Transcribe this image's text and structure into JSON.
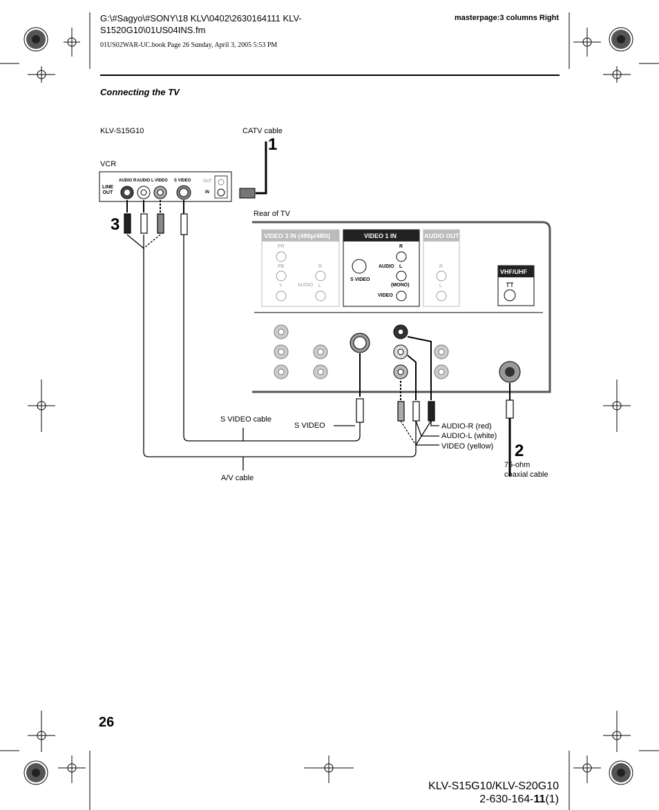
{
  "header": {
    "path_line1": "G:\\#Sagyo\\#SONY\\18 KLV\\0402\\2630164111 KLV-",
    "path_line2": "S1520G10\\01US04INS.fm",
    "book_line": "01US02WAR-UC.book Page 26 Sunday, April 3, 2005 5:53 PM",
    "masterpage": "masterpage:3 columns Right"
  },
  "section_title": "Connecting the TV",
  "diagram": {
    "model_label": "KLV-S15G10",
    "catv_label": "CATV cable",
    "vcr_label": "VCR",
    "rear_label": "Rear of TV",
    "step1": "1",
    "step2": "2",
    "step3": "3",
    "vcr_panel": {
      "line_out_1": "LINE",
      "line_out_2": "OUT",
      "audio_r": "AUDIO R",
      "audio_l": "AUDIO L",
      "video": "VIDEO",
      "s_video": "S VIDEO",
      "out": "OUT",
      "in": "IN"
    },
    "tv_panel": {
      "video3_in": "VIDEO 3 IN (480p/480i)",
      "video1_in": "VIDEO 1 IN",
      "audio_out": "AUDIO OUT",
      "vhf_uhf": "VHF/UHF",
      "pr": "PR",
      "pb": "PB",
      "y": "Y",
      "r": "R",
      "l": "L",
      "audio": "AUDIO",
      "s_video": "S VIDEO",
      "mono": "(MONO)",
      "video": "VIDEO"
    },
    "labels": {
      "s_video_cable": "S VIDEO cable",
      "s_video": "S VIDEO",
      "audio_r_red": "AUDIO-R (red)",
      "audio_l_white": "AUDIO-L (white)",
      "video_yellow": "VIDEO (yellow)",
      "coax_1": "75-ohm",
      "coax_2": "coaxial cable",
      "av_cable": "A/V cable"
    }
  },
  "footer": {
    "page_number": "26",
    "model_line": "KLV-S15G10/KLV-S20G10",
    "code_pre": "2-630-164-",
    "code_bold": "11",
    "code_post": "(1)"
  }
}
